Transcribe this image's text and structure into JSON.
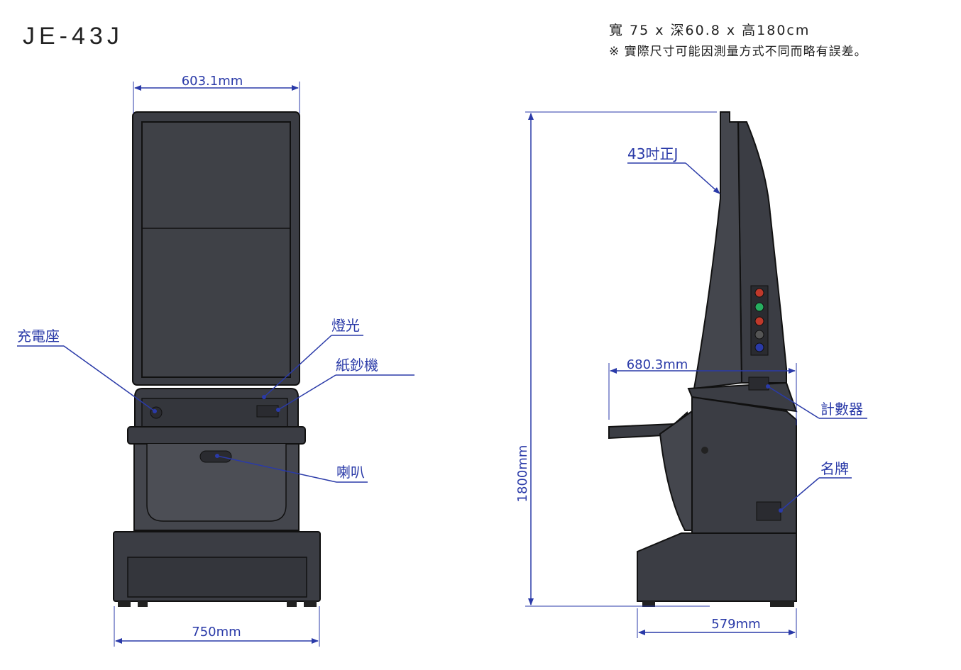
{
  "header": {
    "model": "JE-43J",
    "dimensions": "寬 75 x 深60.8 x 高180cm",
    "note": "※ 實際尺寸可能因測量方式不同而略有誤差。"
  },
  "front_view": {
    "width_top": "603.1mm",
    "width_base": "750mm",
    "callouts": {
      "charger": "充電座",
      "light": "燈光",
      "bill_acceptor": "紙鈔機",
      "speaker": "喇叭"
    }
  },
  "side_view": {
    "height": "1800mm",
    "depth_top": "680.3mm",
    "depth_base": "579mm",
    "callouts": {
      "screen": "43吋正J",
      "counter": "計數器",
      "nameplate": "名牌"
    }
  },
  "colors": {
    "dimension_blue": "#2a3aa8",
    "cabinet_dark": "#3b3d44",
    "cabinet_outline": "#111111"
  }
}
